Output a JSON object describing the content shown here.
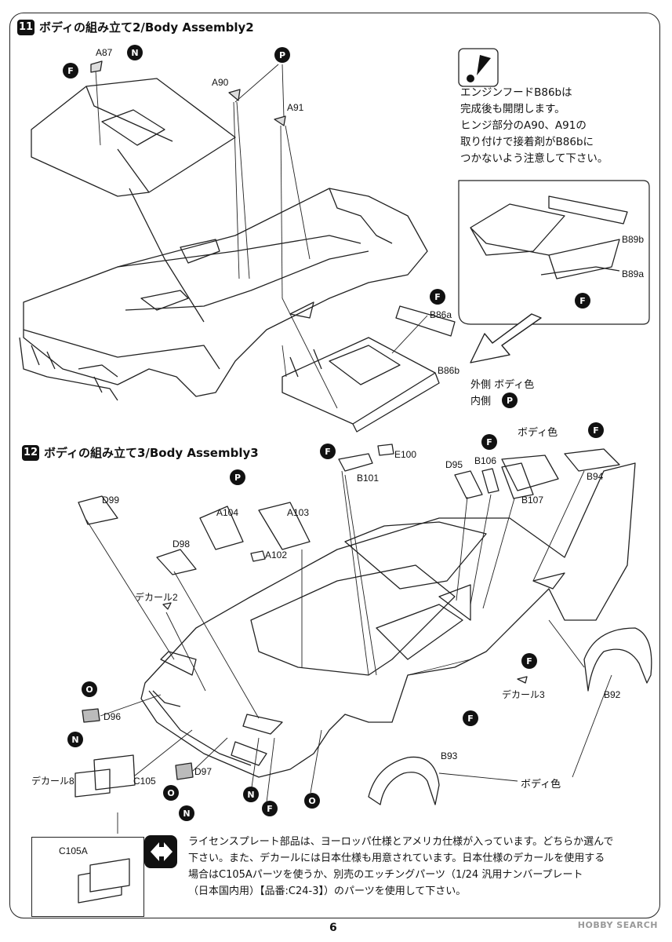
{
  "step11": {
    "number": "11",
    "title": "ボディの組み立て2/Body Assembly2"
  },
  "step12": {
    "number": "12",
    "title": "ボディの組み立て3/Body Assembly3"
  },
  "caution_note": {
    "icon": "exclamation-icon",
    "lines": [
      "エンジンフードB86bは",
      "完成後も開閉します。",
      "ヒンジ部分のA90、A91の",
      "取り付けで接着剤がB86bに",
      "つかないよう注意して下さい。"
    ]
  },
  "paint_note": {
    "outer": "外側 ボディ色",
    "inner": "内側"
  },
  "labels11": {
    "a87": "A87",
    "a90": "A90",
    "a91": "A91",
    "b89b": "B89b",
    "b89a": "B89a",
    "b86a": "B86a",
    "b86b": "B86b"
  },
  "labels12": {
    "e100": "E100",
    "b101": "B101",
    "body_color_top": "ボディ色",
    "d95": "D95",
    "b106": "B106",
    "b94": "B94",
    "b107": "B107",
    "d99": "D99",
    "a104": "A104",
    "a103": "A103",
    "a102": "A102",
    "d98": "D98",
    "decal2": "デカール2",
    "decal3": "デカール3",
    "b92": "B92",
    "d96": "D96",
    "b93": "B93",
    "body_color_bottom": "ボディ色",
    "decal8": "デカール8",
    "c105": "C105",
    "d97": "D97",
    "c105a": "C105A"
  },
  "badges": {
    "F": "F",
    "N": "N",
    "P": "P",
    "O": "O"
  },
  "license_note": {
    "icon": "swap-arrows-icon",
    "lines": [
      "ライセンスプレート部品は、ヨーロッパ仕様とアメリカ仕様が入っています。どちらか選んで",
      "下さい。また、デカールには日本仕様も用意されています。日本仕様のデカールを使用する",
      "場合はC105Aパーツを使うか、別売のエッチングパーツ（1/24 汎用ナンバープレート",
      "（日本国内用）【品番:C24-3】）のパーツを使用して下さい。"
    ]
  },
  "page_number": "6",
  "watermark": "HOBBY SEARCH"
}
